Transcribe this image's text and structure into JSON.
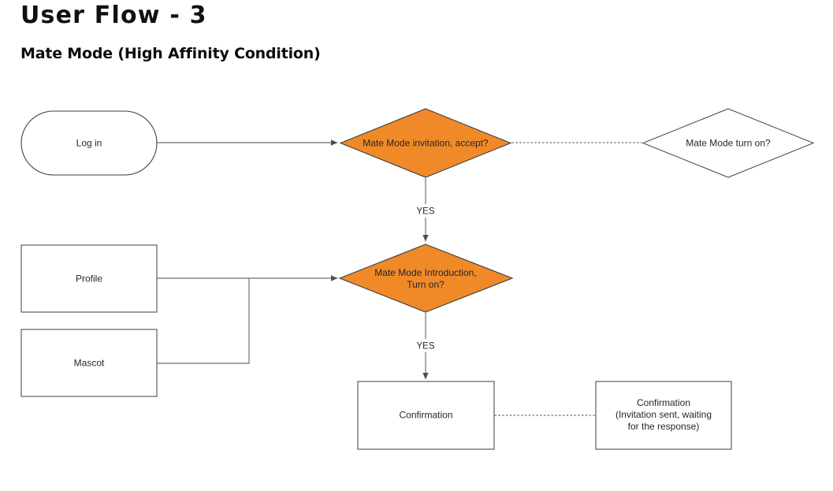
{
  "header": {
    "title": "User Flow - 3",
    "subtitle": "Mate Mode (High Affinity Condition)"
  },
  "theme": {
    "background": "#ffffff",
    "accent_orange": "#F08A28",
    "shape_stroke": "#3b3f45",
    "connector_stroke": "#6b7076",
    "text_color": "#23262a"
  },
  "diagram": {
    "type": "flowchart",
    "nodes": [
      {
        "id": "login",
        "shape": "stadium",
        "label": "Log in",
        "fill": "#ffffff"
      },
      {
        "id": "invitation-decision",
        "shape": "diamond",
        "label": "Mate Mode invitation, accept?",
        "fill": "#F08A28"
      },
      {
        "id": "mate-mode-turn-on",
        "shape": "diamond",
        "label": "Mate Mode turn on?",
        "fill": "#ffffff"
      },
      {
        "id": "profile",
        "shape": "rectangle",
        "label": "Profile",
        "fill": "#ffffff"
      },
      {
        "id": "mascot",
        "shape": "rectangle",
        "label": "Mascot",
        "fill": "#ffffff"
      },
      {
        "id": "introduction-decision",
        "shape": "diamond",
        "label_line1": "Mate Mode Introduction,",
        "label_line2": "Turn on?",
        "fill": "#F08A28"
      },
      {
        "id": "confirmation",
        "shape": "rectangle",
        "label": "Confirmation",
        "fill": "#ffffff"
      },
      {
        "id": "confirmation-detail",
        "shape": "rectangle",
        "label_line1": "Confirmation",
        "label_line2": "(Invitation sent, waiting",
        "label_line3": "for the response)",
        "fill": "#ffffff"
      }
    ],
    "edges": [
      {
        "id": "login-to-invitation",
        "from": "login",
        "to": "invitation-decision",
        "style": "solid",
        "arrow": true,
        "label": ""
      },
      {
        "id": "invitation-to-turn-on",
        "from": "invitation-decision",
        "to": "mate-mode-turn-on",
        "style": "dotted",
        "arrow": false,
        "label": ""
      },
      {
        "id": "invitation-to-introduction",
        "from": "invitation-decision",
        "to": "introduction-decision",
        "style": "solid",
        "arrow": true,
        "label": "YES"
      },
      {
        "id": "profile-to-introduction",
        "from": "profile",
        "to": "introduction-decision",
        "style": "solid",
        "arrow": true,
        "label": ""
      },
      {
        "id": "mascot-to-introduction",
        "from": "mascot",
        "to": "introduction-decision",
        "style": "solid",
        "arrow": false,
        "label": ""
      },
      {
        "id": "introduction-to-confirmation",
        "from": "introduction-decision",
        "to": "confirmation",
        "style": "solid",
        "arrow": true,
        "label": "YES"
      },
      {
        "id": "confirmation-to-detail",
        "from": "confirmation",
        "to": "confirmation-detail",
        "style": "dotted",
        "arrow": false,
        "label": ""
      }
    ]
  }
}
